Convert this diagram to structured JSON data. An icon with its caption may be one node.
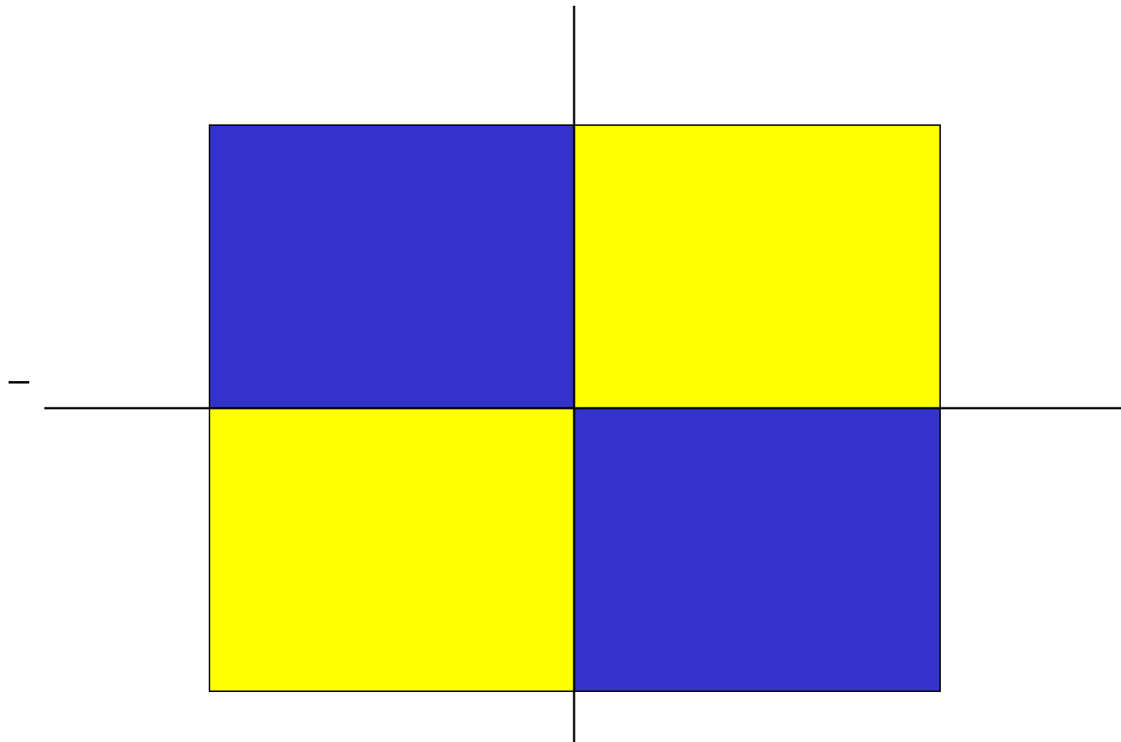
{
  "diagram": {
    "nodes": [
      {
        "text": [],
        "shape": "box"
      },
      {
        "text": [],
        "shape": "box"
      },
      {
        "text": [],
        "shape": "box"
      },
      {
        "text": [],
        "shape": "box"
      }
    ],
    "labels": [
      "–"
    ]
  }
}
